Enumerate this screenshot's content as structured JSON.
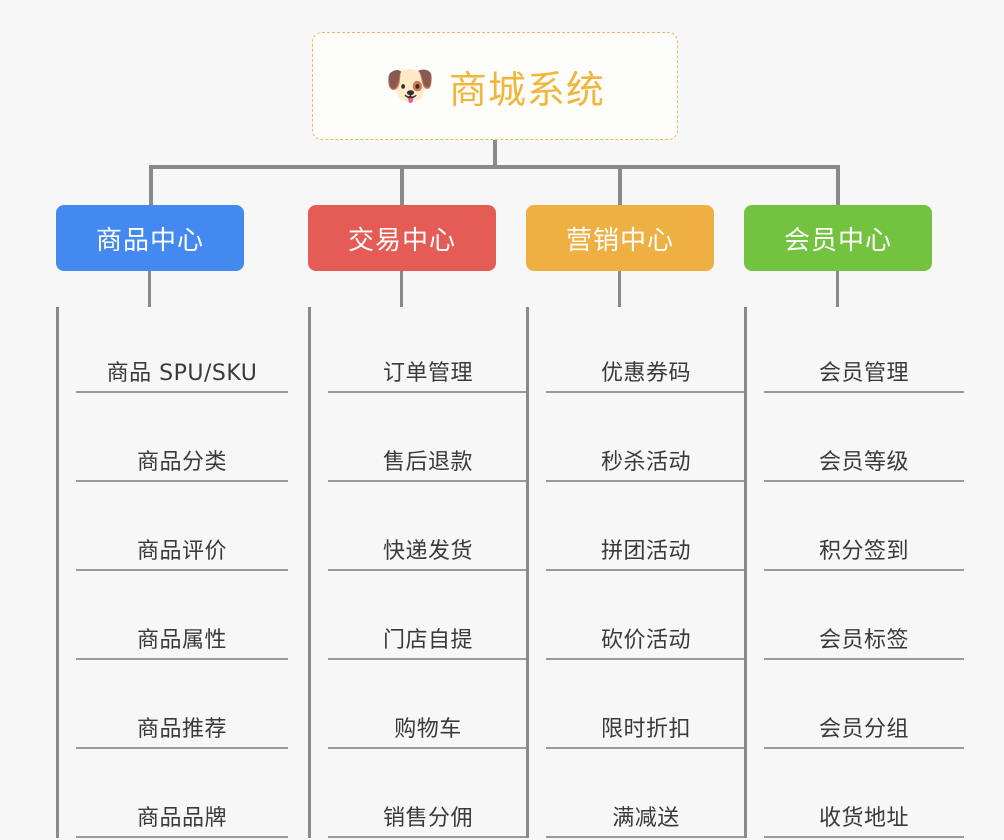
{
  "diagram": {
    "type": "mindmap-org-chart",
    "background_color": "#f7f7f7",
    "root": {
      "icon": "shiba-dog-face-emoji",
      "icon_glyph": "🐶",
      "title": "商城系统",
      "text_color": "#f1b63c",
      "border_color": "#e8b964"
    },
    "connector_color": "#8a8a8a",
    "columns": [
      {
        "id": "product-center",
        "label": "商品中心",
        "color": "#4489ef",
        "items": [
          "商品 SPU/SKU",
          "商品分类",
          "商品评价",
          "商品属性",
          "商品推荐",
          "商品品牌"
        ]
      },
      {
        "id": "trade-center",
        "label": "交易中心",
        "color": "#e45c55",
        "items": [
          "订单管理",
          "售后退款",
          "快递发货",
          "门店自提",
          "购物车",
          "销售分佣"
        ]
      },
      {
        "id": "marketing-center",
        "label": "营销中心",
        "color": "#eeaf43",
        "items": [
          "优惠券码",
          "秒杀活动",
          "拼团活动",
          "砍价活动",
          "限时折扣",
          "满减送"
        ]
      },
      {
        "id": "member-center",
        "label": "会员中心",
        "color": "#73c340",
        "items": [
          "会员管理",
          "会员等级",
          "积分签到",
          "会员标签",
          "会员分组",
          "收货地址"
        ]
      }
    ]
  }
}
